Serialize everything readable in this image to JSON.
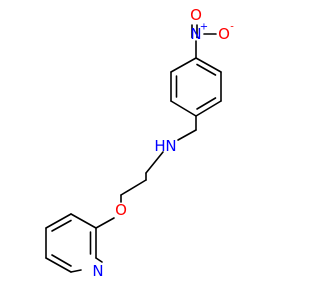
{
  "molecule": {
    "atoms": {
      "nitro_O_top": {
        "label": "O",
        "charge": "",
        "color": "#ff0000"
      },
      "nitro_N": {
        "label": "N",
        "charge": "+",
        "color": "#0000ff"
      },
      "nitro_O_right": {
        "label": "O",
        "charge": "-",
        "color": "#ff0000"
      },
      "amine_N": {
        "label": "N",
        "charge": "",
        "color": "#0000ff"
      },
      "amine_H": {
        "label": "H",
        "charge": "",
        "color": "#0000ff"
      },
      "ether_O": {
        "label": "O",
        "charge": "",
        "color": "#ff0000"
      },
      "pyridine_N": {
        "label": "N",
        "charge": "",
        "color": "#0000ff"
      }
    },
    "bond_color": "#000000"
  }
}
